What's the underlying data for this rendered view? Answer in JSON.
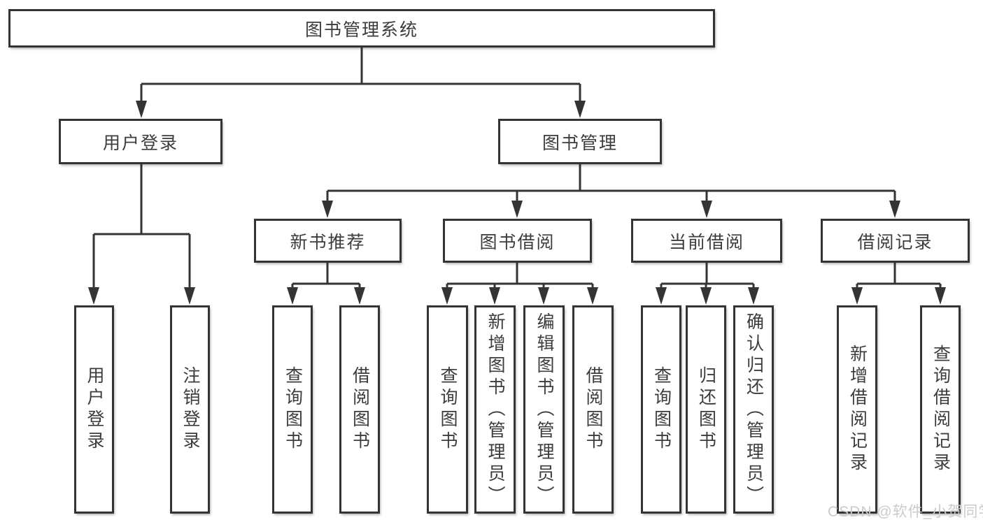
{
  "page": {
    "background": "#ffffff",
    "watermark": "CSDN @软件_小贺同学",
    "colors": {
      "line": "#343434",
      "text": "#3c3c3c",
      "box_fill": "#ffffff",
      "watermark_text": "#cbcbcb"
    }
  },
  "diagram": {
    "type": "hierarchy-tree",
    "root": {
      "label": "图书管理系统"
    },
    "branches": [
      {
        "label": "用户登录"
      },
      {
        "label": "图书管理"
      }
    ],
    "modules": [
      {
        "label": "新书推荐"
      },
      {
        "label": "图书借阅"
      },
      {
        "label": "当前借阅"
      },
      {
        "label": "借阅记录"
      }
    ],
    "leaves": {
      "user_login": [
        "用户登录",
        "注销登录"
      ],
      "new_book_recommend": [
        "查询图书",
        "借阅图书"
      ],
      "book_borrow": [
        "查询图书",
        "新增图书（管理员）",
        "编辑图书（管理员）",
        "借阅图书"
      ],
      "current_borrow": [
        "查询图书",
        "归还图书",
        "确认归还（管理员）"
      ],
      "borrow_record": [
        "新增借阅记录",
        "查询借阅记录"
      ]
    }
  }
}
